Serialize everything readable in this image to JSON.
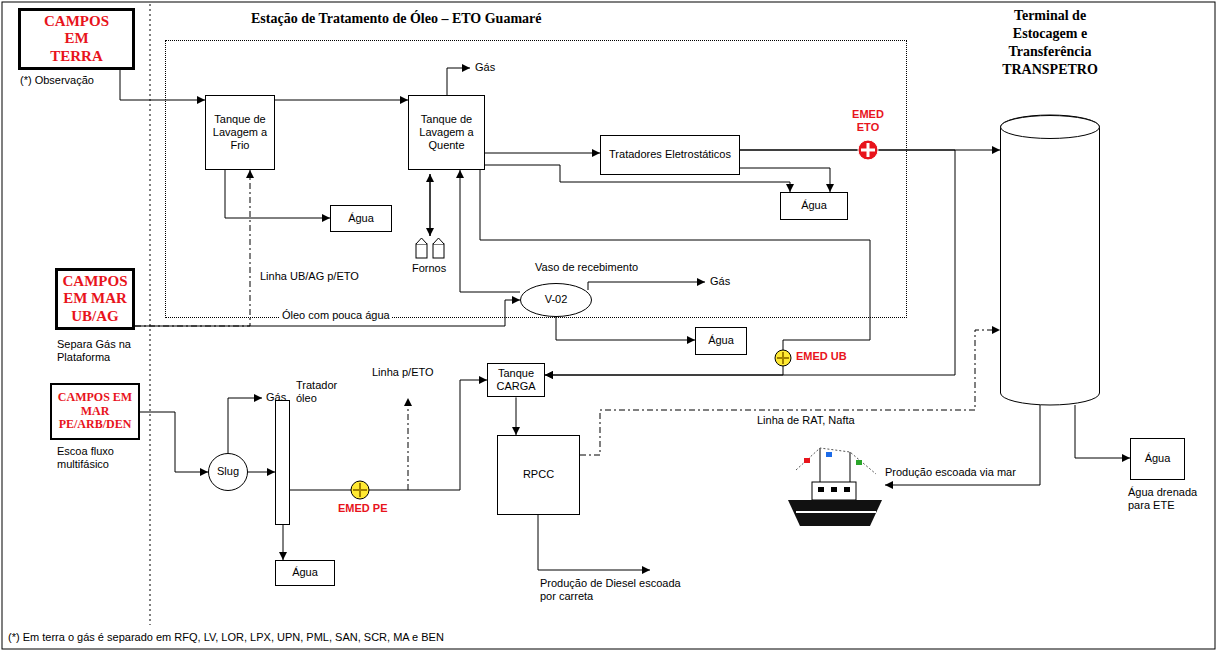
{
  "diagram": {
    "nodes": [
      {
        "text": [
          "CAMPOS EM TERRA"
        ]
      },
      {
        "text": [
          "Estação de Tratamento de Óleo – ETO Guamaré"
        ]
      },
      {
        "text": [
          "Tanque de Lavagem a Frio"
        ],
        "in": 1
      },
      {
        "text": [
          "Tanque de Lavagem a Quente"
        ],
        "in": 1
      },
      {
        "text": [
          "Tratadores Eletrostáticos"
        ],
        "in": 1
      },
      {
        "text": [
          "Água"
        ],
        "in": 1
      },
      {
        "text": [
          "Água"
        ],
        "in": 1
      },
      {
        "text": [
          "Vaso de recebimento",
          "V-02"
        ],
        "in": 1
      },
      {
        "text": [
          "Água"
        ]
      },
      {
        "text": [
          "CAMPOS EM MAR UB/AG"
        ]
      },
      {
        "text": [
          "CAMPOS EM MAR PE/ARB/DEN"
        ]
      },
      {
        "text": [
          "Slug"
        ]
      },
      {
        "text": [
          "Tratador óleo"
        ]
      },
      {
        "text": [
          "Água"
        ]
      },
      {
        "text": [
          "Tanque CARGA"
        ]
      },
      {
        "text": [
          "RPCC"
        ]
      },
      {
        "text": [
          "Terminal de Estocagem e Transferência TRANSPETRO"
        ]
      },
      {
        "text": [
          "Água"
        ]
      }
    ],
    "edges": [
      {
        "from": 0,
        "to": 2,
        "arrow": "to"
      },
      {
        "from": 2,
        "to": 3,
        "arrow": "to"
      },
      {
        "from": 3,
        "to": 4,
        "arrow": "to"
      },
      {
        "from": 2,
        "to": 5,
        "arrow": "to"
      },
      {
        "from": 3,
        "to": 6,
        "arrow": "to"
      },
      {
        "from": 4,
        "to": 6,
        "arrow": "to"
      },
      {
        "from": 4,
        "to": 16,
        "arrow": "to"
      },
      {
        "from": 9,
        "to": 2,
        "label": "Linha UB/AG p/ETO",
        "arrow": "to"
      },
      {
        "from": 9,
        "to": 7,
        "label": "Óleo com pouca água",
        "arrow": "to"
      },
      {
        "from": 7,
        "to": 3,
        "arrow": "to"
      },
      {
        "from": 7,
        "to": 8,
        "arrow": "to"
      },
      {
        "from": 3,
        "to": 14,
        "arrow": "to"
      },
      {
        "from": 4,
        "to": 14,
        "arrow": "to"
      },
      {
        "from": 10,
        "to": 11,
        "arrow": "to"
      },
      {
        "from": 11,
        "to": 12,
        "arrow": "to"
      },
      {
        "from": 12,
        "to": 13,
        "arrow": "to"
      },
      {
        "from": 12,
        "to": 14,
        "arrow": "to"
      },
      {
        "from": 14,
        "to": 15,
        "arrow": "to"
      },
      {
        "from": 15,
        "to": 16,
        "label": "Linha de RAT, Nafta",
        "arrow": "to"
      },
      {
        "from": 16,
        "to": 17,
        "arrow": "to"
      }
    ],
    "labels": [
      "(*) Observação",
      "Gás",
      "Gás",
      "Gás",
      "Fornos",
      "EMED ETO",
      "EMED UB",
      "EMED PE",
      "Separa Gás na Plataforma",
      "Escoa fluxo multifásico",
      "Linha p/ETO",
      "Produção escoada via mar",
      "Água drenada para ETE",
      "Produção de Diesel escoada por carreta",
      "(*) Em terra o gás é separado em RFQ, LV, LOR, LPX, UPN, PML, SAN, SCR, MA e BEN"
    ]
  }
}
